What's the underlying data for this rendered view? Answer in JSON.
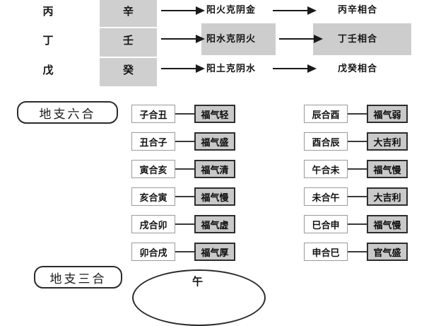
{
  "stem_table": {
    "rows": [
      {
        "yang_stem": "丙",
        "yin_stem": "辛",
        "relation": "阳火克阴金",
        "result": "丙辛相合",
        "highlighted": false
      },
      {
        "yang_stem": "丁",
        "yin_stem": "壬",
        "relation": "阳水克阴火",
        "result": "丁壬相合",
        "highlighted": true
      },
      {
        "yang_stem": "戊",
        "yin_stem": "癸",
        "relation": "阳土克阴水",
        "result": "戊癸相合",
        "highlighted": false
      }
    ]
  },
  "six_harmony": {
    "label": "地支六合",
    "left_column": [
      {
        "pair": "子合丑",
        "result": "福气轻"
      },
      {
        "pair": "丑合子",
        "result": "福气盛"
      },
      {
        "pair": "寅合亥",
        "result": "福气清"
      },
      {
        "pair": "亥合寅",
        "result": "福气慢"
      },
      {
        "pair": "戌合卯",
        "result": "福气虚"
      },
      {
        "pair": "卯合戌",
        "result": "福气厚"
      }
    ],
    "right_column": [
      {
        "pair": "辰合酉",
        "result": "福气弱"
      },
      {
        "pair": "酉合辰",
        "result": "大吉利"
      },
      {
        "pair": "午合未",
        "result": "福气慢"
      },
      {
        "pair": "未合午",
        "result": "大吉利"
      },
      {
        "pair": "巳合申",
        "result": "福气慢"
      },
      {
        "pair": "申合巳",
        "result": "官气盛"
      }
    ]
  },
  "three_harmony": {
    "label": "地支三合",
    "oval_char": "午"
  },
  "colors": {
    "gray_fill": "#cfcfcf",
    "result_box_fill": "#c9c9c9",
    "highlight_fill": "#cdcdcd",
    "ink": "#141414",
    "border_dark": "#2d2d2d",
    "border_light": "#9a9a9a",
    "page_bg": "#ffffff"
  }
}
